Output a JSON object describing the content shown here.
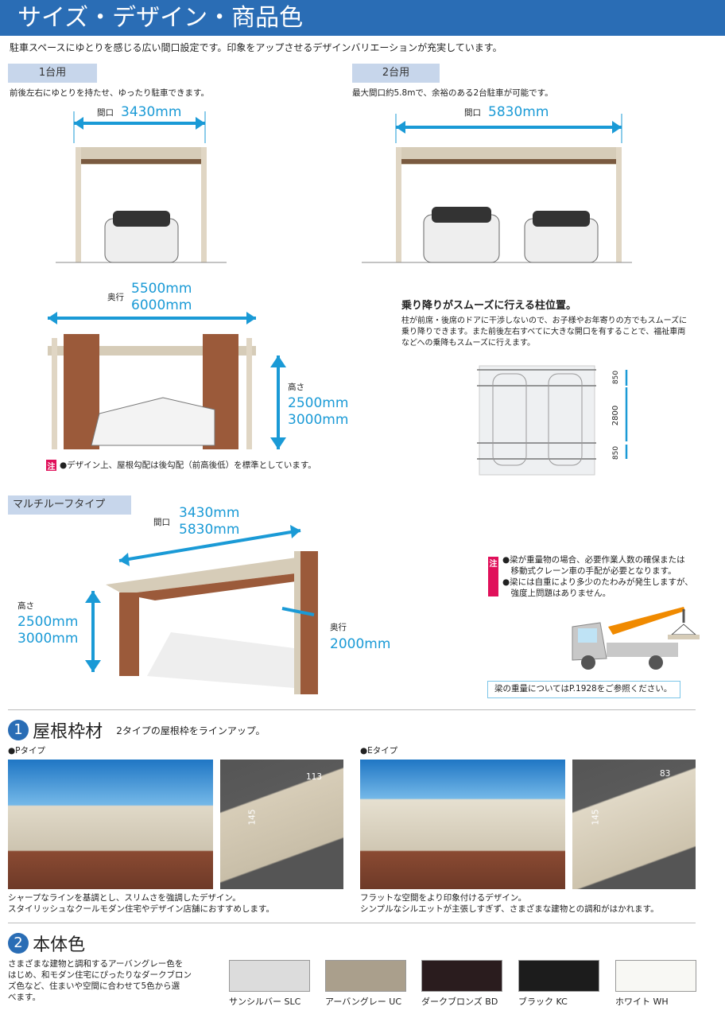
{
  "header": {
    "title": "サイズ・デザイン・商品色",
    "lead": "駐車スペースにゆとりを感じる広い間口設定です。印象をアップさせるデザインバリエーションが充実しています。"
  },
  "single": {
    "label": "1台用",
    "desc": "前後左右にゆとりを持たせ、ゆったり駐車できます。",
    "width_label": "間口",
    "width": "3430mm"
  },
  "double": {
    "label": "2台用",
    "desc": "最大間口約5.8mで、余裕のある2台駐車が可能です。",
    "width_label": "間口",
    "width": "5830mm"
  },
  "depth": {
    "label": "奥行",
    "values": [
      "5500mm",
      "6000mm"
    ],
    "height_label": "高さ",
    "heights": [
      "2500mm",
      "3000mm"
    ],
    "note_mark": "注",
    "note": "●デザイン上、屋根勾配は後勾配（前高後低）を標準としています。"
  },
  "pillar": {
    "title": "乗り降りがスムーズに行える柱位置。",
    "lines": [
      "柱が前席・後席のドアに干渉しないので、お子様やお年寄りの方でもスムーズに",
      "乗り降りできます。また前後左右すべてに大きな開口を有することで、福祉車両",
      "などへの乗降もスムーズに行えます。"
    ],
    "dims": [
      "850",
      "2800",
      "850"
    ]
  },
  "multi": {
    "label": "マルチルーフタイプ",
    "width_label": "間口",
    "widths": [
      "3430mm",
      "5830mm"
    ],
    "height_label": "高さ",
    "heights": [
      "2500mm",
      "3000mm"
    ],
    "depth_label": "奥行",
    "depth": "2000mm"
  },
  "crane_note": {
    "mark": "注",
    "lines": [
      "●梁が重量物の場合、必要作業人数の確保または",
      "　移動式クレーン車の手配が必要となります。",
      "●梁には自重により多少のたわみが発生しますが、",
      "　強度上問題はありません。"
    ],
    "ref": "梁の重量についてはP.1928をご参照ください。"
  },
  "section1": {
    "num": "1",
    "title": "屋根枠材",
    "sub": "2タイプの屋根枠をラインアップ。",
    "p": {
      "label": "●Pタイプ",
      "dim_w": "113",
      "dim_h": "145",
      "desc": [
        "シャープなラインを基調とし、スリムさを強調したデザイン。",
        "スタイリッシュなクールモダン住宅やデザイン店舗におすすめします。"
      ]
    },
    "e": {
      "label": "●Eタイプ",
      "dim_w": "83",
      "dim_h": "145",
      "desc": [
        "フラットな空間をより印象付けるデザイン。",
        "シンプルなシルエットが主張しすぎず、さまざまな建物との調和がはかれます。"
      ]
    }
  },
  "section2": {
    "num": "2",
    "title": "本体色",
    "desc": [
      "さまざまな建物と調和するアーバングレー色を",
      "はじめ、和モダン住宅にぴったりなダークブロン",
      "ズ色など、住まいや空間に合わせて5色から選",
      "べます。"
    ],
    "colors": [
      {
        "name": "サンシルバー SLC",
        "hex": "#dcdcdc"
      },
      {
        "name": "アーバングレー UC",
        "hex": "#aa9f8c"
      },
      {
        "name": "ダークブロンズ BD",
        "hex": "#2a1c1e"
      },
      {
        "name": "ブラック KC",
        "hex": "#1c1c1c"
      },
      {
        "name": "ホワイト WH",
        "hex": "#f8f8f4"
      }
    ]
  }
}
